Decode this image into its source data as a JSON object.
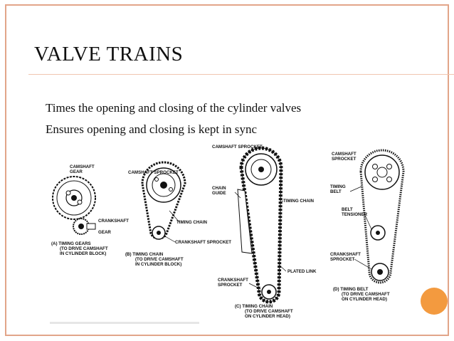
{
  "slide": {
    "title": "VALVE TRAINS",
    "bullets": [
      "Times the opening and closing of the cylinder valves",
      "Ensures opening and closing is kept in sync"
    ],
    "accent_color": "#f39a3f",
    "border_color": "#e2a589"
  },
  "diagram": {
    "a": {
      "camshaft_gear_1": "CAMSHAFT",
      "camshaft_gear_2": "GEAR",
      "crankshaft_gear_1": "CRANKSHAFT",
      "crankshaft_gear_2": "GEAR",
      "caption_1": "(A)  TIMING GEARS",
      "caption_2": "(TO DRIVE CAMSHAFT",
      "caption_3": "IN CYLINDER BLOCK)"
    },
    "b": {
      "camshaft_sprocket": "CAMSHAFT SPROCKET",
      "timing_chain": "TIMING CHAIN",
      "crankshaft_sprocket": "CRANKSHAFT SPROCKET",
      "caption_1": "(B)  TIMING CHAIN",
      "caption_2": "(TO DRIVE CAMSHAFT",
      "caption_3": "IN CYLINDER BLOCK)"
    },
    "c": {
      "camshaft_sprocket": "CAMSHAFT SPROCKET",
      "chain_guide_1": "CHAIN",
      "chain_guide_2": "GUIDE",
      "timing_chain": "TIMING CHAIN",
      "plated_link": "PLATED LINK",
      "crankshaft_sprocket_1": "CRANKSHAFT",
      "crankshaft_sprocket_2": "SPROCKET",
      "caption_1": "(C)  TIMING CHAIN",
      "caption_2": "(TO DRIVE CAMSHAFT",
      "caption_3": "ON CYLINDER HEAD)"
    },
    "d": {
      "camshaft_sprocket_1": "CAMSHAFT",
      "camshaft_sprocket_2": "SPROCKET",
      "timing_belt_1": "TIMING",
      "timing_belt_2": "BELT",
      "belt_tensioner_1": "BELT",
      "belt_tensioner_2": "TENSIONER",
      "crankshaft_sprocket_1": "CRANKSHAFT",
      "crankshaft_sprocket_2": "SPROCKET",
      "caption_1": "(D)  TIMING BELT",
      "caption_2": "(TO DRIVE CAMSHAFT",
      "caption_3": "ON CYLINDER HEAD)"
    }
  }
}
